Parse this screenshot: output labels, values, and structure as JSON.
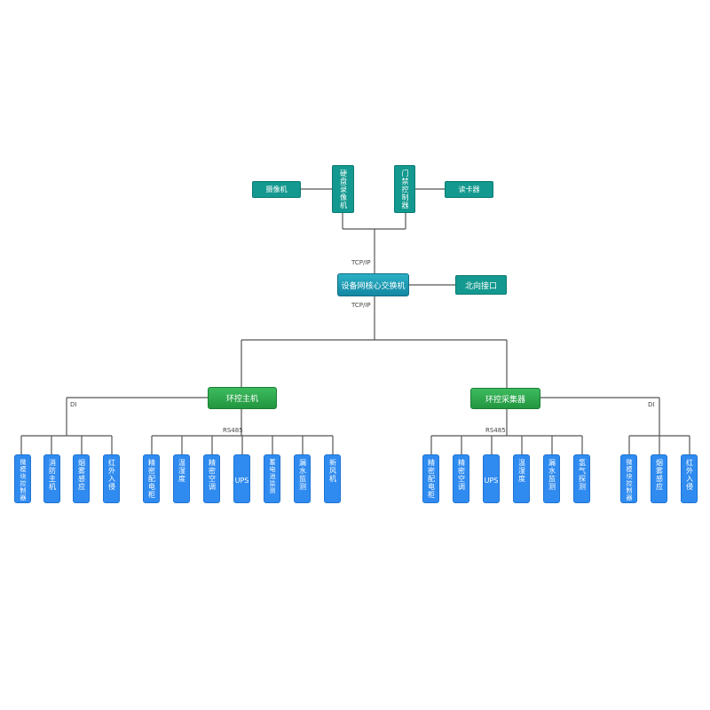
{
  "top": {
    "camera": "摄像机",
    "nvr": "硬盘录像机",
    "door_controller": "门禁控制器",
    "card_reader": "读卡器"
  },
  "core": {
    "switch": "设备网核心交换机",
    "north_api": "北向接口",
    "tcp_ip_upper": "TCP/IP",
    "tcp_ip_lower": "TCP/IP"
  },
  "left": {
    "host": "环控主机",
    "di_label": "DI",
    "rs485_label": "RS485",
    "di_devices": [
      "微模块控制器",
      "消防主机",
      "烟雾感应",
      "红外入侵"
    ],
    "rs485_devices": [
      "精密配电柜",
      "温湿度",
      "精密空调",
      "UPS",
      "蓄电池监测",
      "漏水监测",
      "新风机"
    ]
  },
  "right": {
    "collector": "环控采集器",
    "di_label": "DI",
    "rs485_label": "RS485",
    "rs485_devices": [
      "精密配电柜",
      "精密空调",
      "UPS",
      "温湿度",
      "漏水监测",
      "氢气探测"
    ],
    "di_devices": [
      "微模块控制器",
      "烟雾感应",
      "红外入侵"
    ]
  }
}
